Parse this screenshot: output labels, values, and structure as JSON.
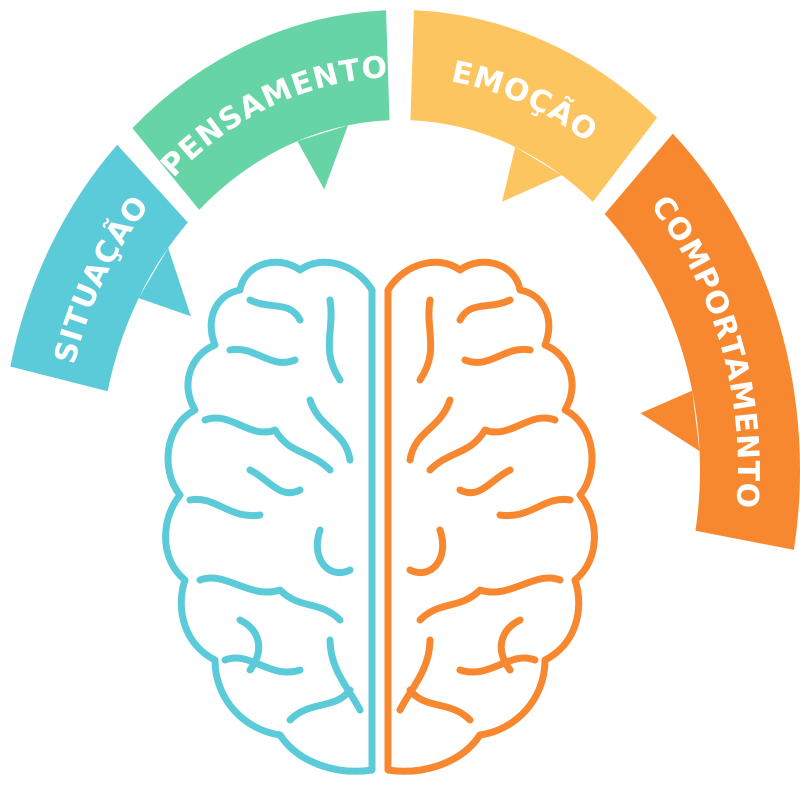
{
  "segments": [
    {
      "label": "SITUAÇÃO",
      "color": "#5ccbd9"
    },
    {
      "label": "PENSAMENTO",
      "color": "#66d4a5"
    },
    {
      "label": "EMOÇÃO",
      "color": "#fcc55f"
    },
    {
      "label": "COMPORTAMENTO",
      "color": "#f7882f"
    }
  ],
  "brain": {
    "left_color": "#5ccbd9",
    "right_color": "#f7882f"
  }
}
